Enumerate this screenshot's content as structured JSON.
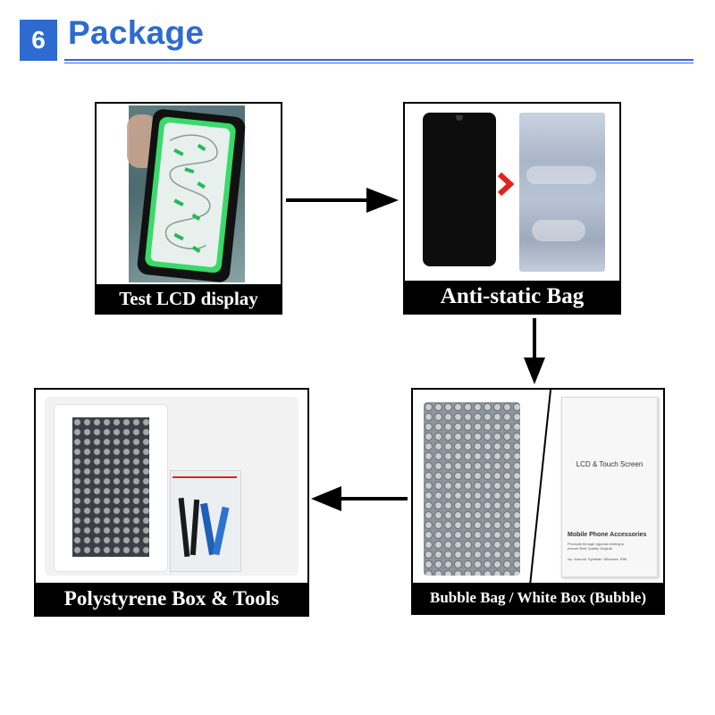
{
  "header": {
    "step_number": "6",
    "title": "Package"
  },
  "steps": [
    {
      "caption": "Test LCD display"
    },
    {
      "caption": "Anti-static Bag"
    },
    {
      "caption": "Bubble Bag / White Box (Bubble)"
    },
    {
      "caption": "Polystyrene Box & Tools"
    }
  ],
  "white_box": {
    "product_label": "LCD & Touch Screen",
    "accessories_label": "Mobile Phone Accessories",
    "fine_print": "Products through rigorous testing to ensure Best Quality Original",
    "os_options": [
      "ios",
      "Android",
      "Symbian",
      "Windows",
      "RIM"
    ]
  },
  "colors": {
    "accent": "#2d6bd0",
    "caption_bg": "#000000",
    "caption_text": "#ffffff",
    "chevron": "#e0231e",
    "test_frame": "#39d96a"
  },
  "icons": {
    "flow_arrows": [
      "arrow-right-icon",
      "arrow-down-icon",
      "arrow-left-icon"
    ],
    "transition": "chevron-right-icon"
  }
}
